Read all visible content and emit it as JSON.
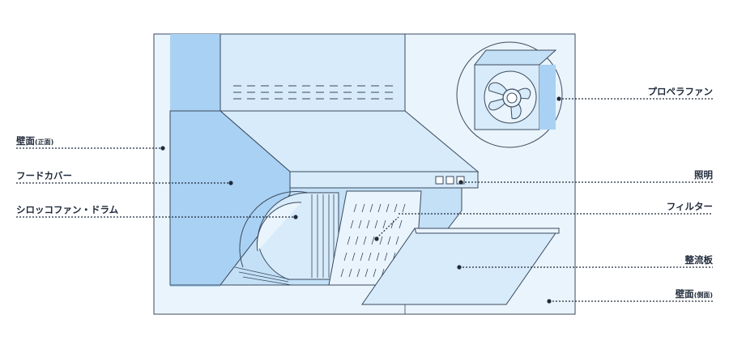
{
  "labels": {
    "wall_front": "壁面",
    "wall_front_note": "(正面)",
    "hood_cover": "フードカバー",
    "sirocco_fan": "シロッコファン・ドラム",
    "propeller_fan": "プロペラファン",
    "lighting": "照明",
    "filter": "フィルター",
    "baffle_plate": "整流板",
    "wall_side": "壁面",
    "wall_side_note": "(側面)"
  },
  "colors": {
    "wall_front": "#a9d1f3",
    "panel_light": "#d7ebfa",
    "panel_pale": "#eaf4fc",
    "stroke": "#3a4a5e",
    "label_text": "#1f2a3a"
  }
}
